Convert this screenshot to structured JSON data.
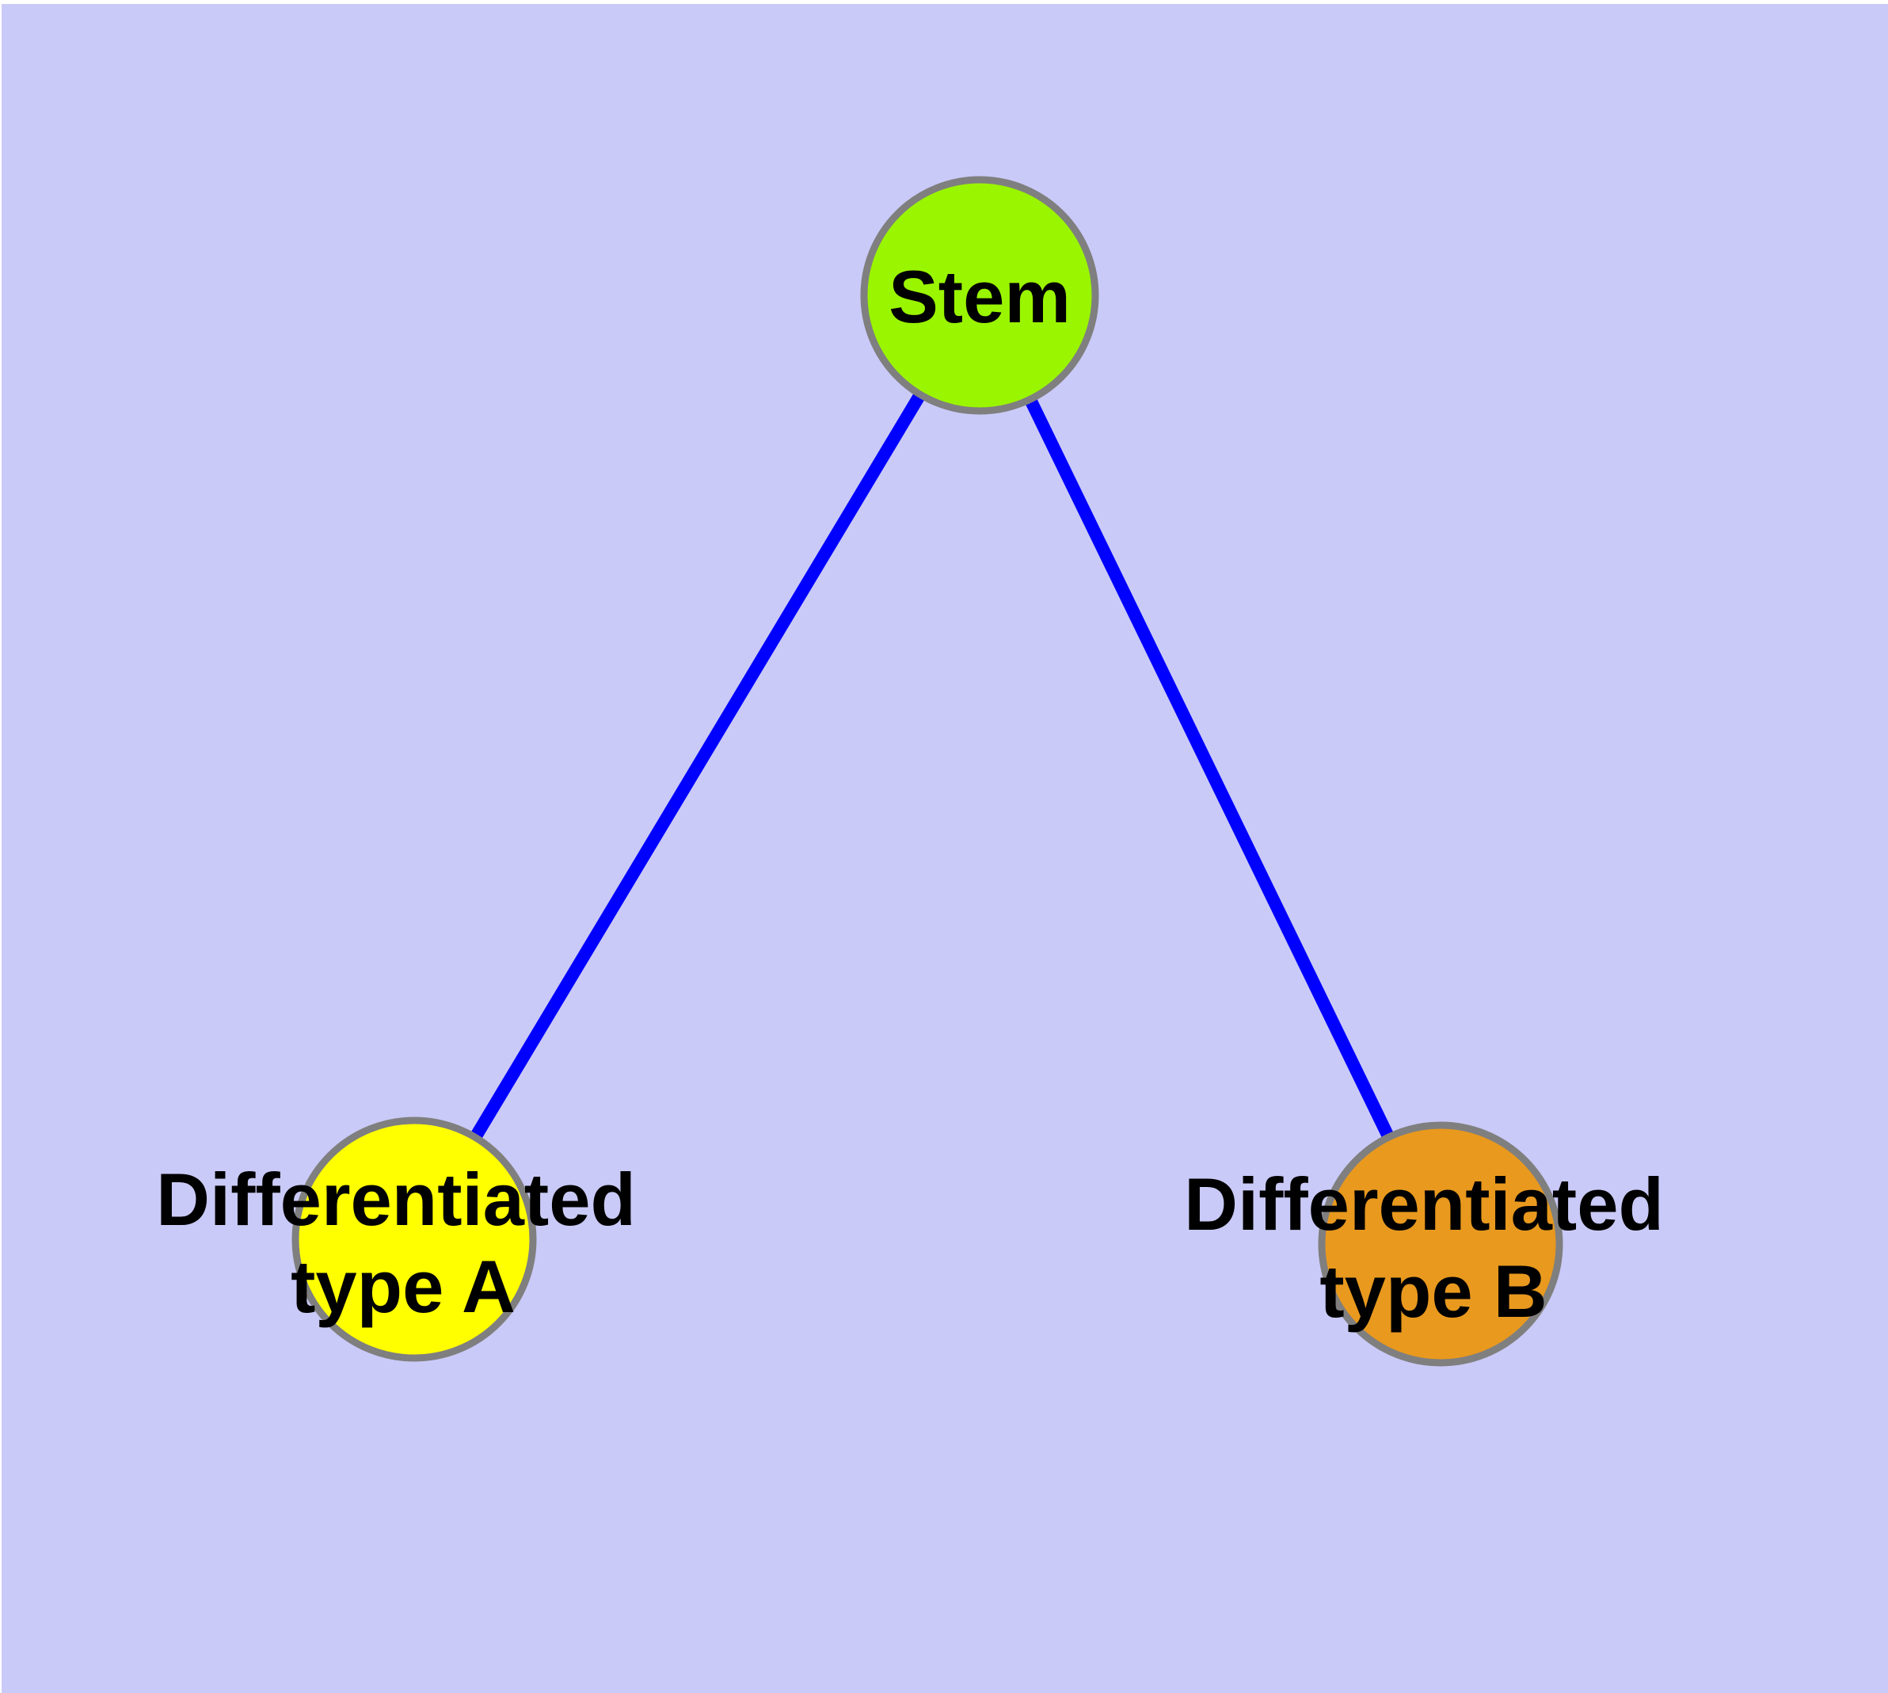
{
  "canvas": {
    "background_color": "#cacaf8",
    "margin_color": "#ffffff"
  },
  "edges": {
    "color": "#0000ff",
    "connections": [
      {
        "from": "Stem",
        "to": "Differentiated type A"
      },
      {
        "from": "Stem",
        "to": "Differentiated type B"
      }
    ]
  },
  "nodes": {
    "stem": {
      "label": "Stem",
      "fill": "#9af500",
      "border": "#7f7f7f"
    },
    "type_a": {
      "label_line1": "Differentiated",
      "label_line2": "type A",
      "fill": "#ffff00",
      "border": "#7f7f7f"
    },
    "type_b": {
      "label_line1": "Differentiated",
      "label_line2": "type B",
      "fill": "#e8991e",
      "border": "#7f7f7f"
    }
  },
  "text_color": "#000000"
}
